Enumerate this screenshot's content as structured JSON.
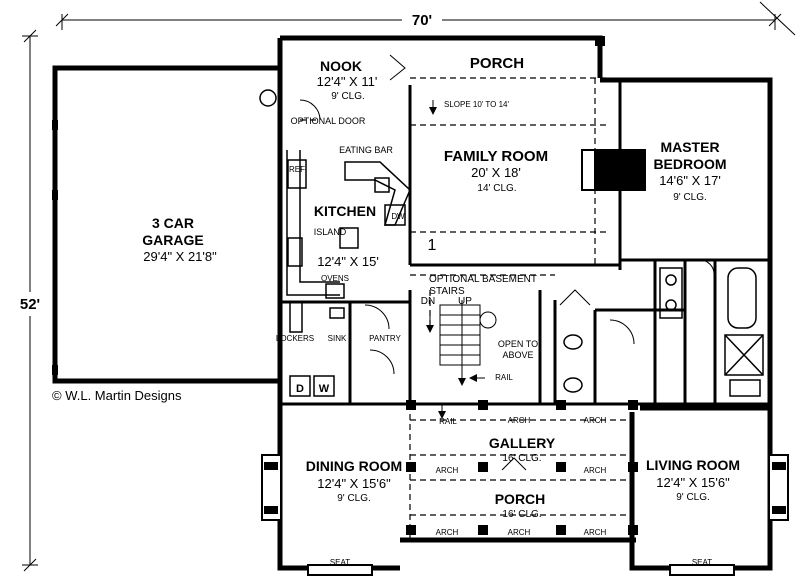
{
  "dimensions": {
    "width_label": "70'",
    "depth_label": "52'"
  },
  "copyright": "© W.L. Martin Designs",
  "rooms": {
    "nook": {
      "name": "NOOK",
      "size": "12'4\" X 11'",
      "ceiling": "9' CLG."
    },
    "porch_top": {
      "name": "PORCH"
    },
    "family_room": {
      "name": "FAMILY ROOM",
      "size": "20' X 18'",
      "ceiling": "14' CLG."
    },
    "master_bedroom": {
      "name_line1": "MASTER",
      "name_line2": "BEDROOM",
      "size": "14'6\" X 17'",
      "ceiling": "9' CLG."
    },
    "garage": {
      "name_line1": "3 CAR",
      "name_line2": "GARAGE",
      "size": "29'4\" X 21'8\""
    },
    "kitchen": {
      "name": "KITCHEN",
      "size": "12'4\" X 15'"
    },
    "dining_room": {
      "name": "DINING ROOM",
      "size": "12'4\" X 15'6\"",
      "ceiling": "9' CLG."
    },
    "gallery": {
      "name": "GALLERY",
      "ceiling": "16' CLG."
    },
    "porch_front": {
      "name": "PORCH",
      "ceiling": "16' CLG."
    },
    "living_room": {
      "name": "LIVING ROOM",
      "size": "12'4\" X 15'6\"",
      "ceiling": "9' CLG."
    }
  },
  "labels": {
    "optional_door": "OPTIONAL DOOR",
    "eating_bar": "EATING BAR",
    "ref": "REF",
    "island": "ISLAND",
    "dw": "DW",
    "ovens": "OVENS",
    "slope": "SLOPE 10' TO 14'",
    "optional_basement": "OPTIONAL BASEMENT",
    "stairs": "STAIRS",
    "dn": "DN",
    "up": "UP",
    "lockers": "LOCKERS",
    "sink": "SINK",
    "pantry": "PANTRY",
    "open_to_line1": "OPEN TO",
    "open_to_line2": "ABOVE",
    "rail_right": "RAIL",
    "rail_left": "RAIL",
    "washer": "W",
    "dryer": "D",
    "arch": "ARCH",
    "seat": "SEAT",
    "num_one": "1"
  }
}
